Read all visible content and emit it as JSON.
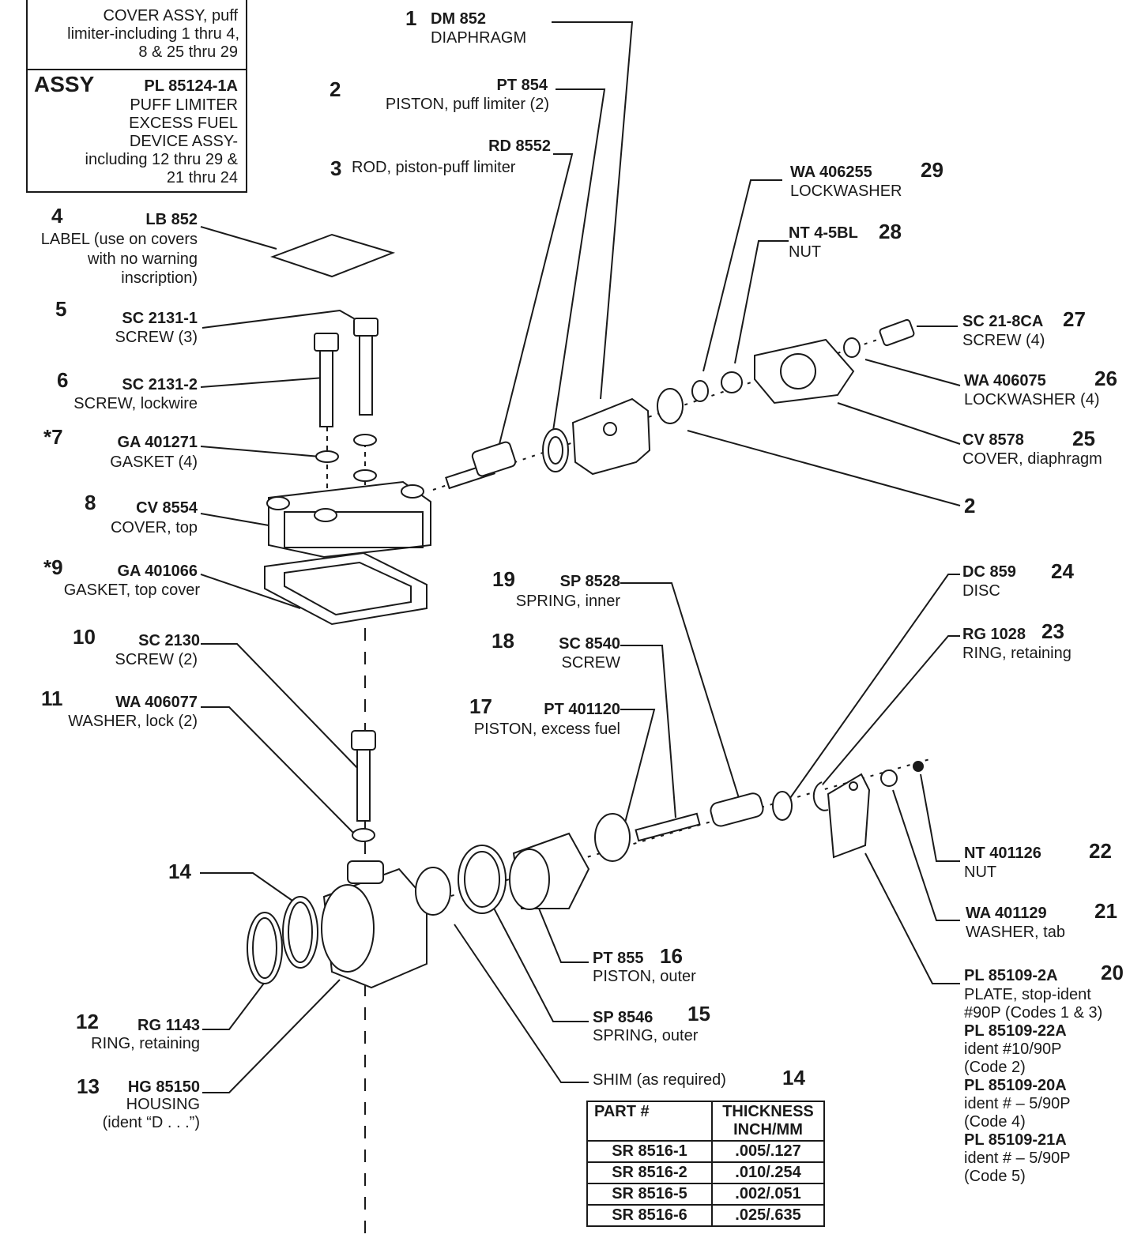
{
  "assy_boxes": [
    {
      "line1": "COVER ASSY, puff",
      "line2": "limiter-including 1 thru 4,",
      "line3": "8 & 25 thru 29"
    },
    {
      "assy": "ASSY",
      "code": "PL 85124-1A",
      "line1": "PUFF LIMITER",
      "line2": "EXCESS FUEL",
      "line3": "DEVICE ASSY-",
      "line4": "including 12 thru 29 &",
      "line5": "21 thru 24"
    }
  ],
  "parts": {
    "p1": {
      "num": "1",
      "code": "DM 852",
      "desc": "DIAPHRAGM"
    },
    "p2": {
      "num": "2",
      "code": "PT 854",
      "desc": "PISTON, puff limiter (2)"
    },
    "p2b": {
      "num": "2"
    },
    "p3": {
      "num": "3",
      "code": "RD 8552",
      "desc": "ROD, piston-puff limiter"
    },
    "p4": {
      "num": "4",
      "code": "LB 852",
      "desc1": "LABEL (use on covers",
      "desc2": "with no warning",
      "desc3": "inscription)"
    },
    "p5": {
      "num": "5",
      "code": "SC 2131-1",
      "desc": "SCREW (3)"
    },
    "p6": {
      "num": "6",
      "code": "SC 2131-2",
      "desc": "SCREW, lockwire"
    },
    "p7": {
      "num": "*7",
      "code": "GA 401271",
      "desc": "GASKET (4)"
    },
    "p8": {
      "num": "8",
      "code": "CV 8554",
      "desc": "COVER, top"
    },
    "p9": {
      "num": "*9",
      "code": "GA 401066",
      "desc": "GASKET, top cover"
    },
    "p10": {
      "num": "10",
      "code": "SC 2130",
      "desc": "SCREW (2)"
    },
    "p11": {
      "num": "11",
      "code": "WA 406077",
      "desc": "WASHER, lock (2)"
    },
    "p12": {
      "num": "12",
      "code": "RG 1143",
      "desc": "RING, retaining"
    },
    "p13": {
      "num": "13",
      "code": "HG 85150",
      "desc1": "HOUSING",
      "desc2": "(ident “D . . .”)"
    },
    "p14": {
      "num": "14"
    },
    "p14b": {
      "num": "14",
      "desc": "SHIM (as required)"
    },
    "p15": {
      "num": "15",
      "code": "SP 8546",
      "desc": "SPRING, outer"
    },
    "p16": {
      "num": "16",
      "code": "PT 855",
      "desc": "PISTON, outer"
    },
    "p17": {
      "num": "17",
      "code": "PT 401120",
      "desc": "PISTON, excess fuel"
    },
    "p18": {
      "num": "18",
      "code": "SC 8540",
      "desc": "SCREW"
    },
    "p19": {
      "num": "19",
      "code": "SP 8528",
      "desc": "SPRING, inner"
    },
    "p20": {
      "num": "20",
      "code": "PL 85109-2A",
      "d1": "PLATE, stop-ident",
      "d2": "#90P (Codes 1 & 3)",
      "c2": "PL 85109-22A",
      "d3": "ident #10/90P",
      "d4": "(Code 2)",
      "c3": "PL 85109-20A",
      "d5": "ident # – 5/90P",
      "d6": "(Code 4)",
      "c4": "PL 85109-21A",
      "d7": "ident # – 5/90P",
      "d8": "(Code 5)"
    },
    "p21": {
      "num": "21",
      "code": "WA 401129",
      "desc": "WASHER, tab"
    },
    "p22": {
      "num": "22",
      "code": "NT 401126",
      "desc": "NUT"
    },
    "p23": {
      "num": "23",
      "code": "RG 1028",
      "desc": "RING, retaining"
    },
    "p24": {
      "num": "24",
      "code": "DC 859",
      "desc": "DISC"
    },
    "p25": {
      "num": "25",
      "code": "CV 8578",
      "desc": "COVER, diaphragm"
    },
    "p26": {
      "num": "26",
      "code": "WA 406075",
      "desc": "LOCKWASHER (4)"
    },
    "p27": {
      "num": "27",
      "code": "SC 21-8CA",
      "desc": "SCREW (4)"
    },
    "p28": {
      "num": "28",
      "code": "NT 4-5BL",
      "desc": "NUT"
    },
    "p29": {
      "num": "29",
      "code": "WA 406255",
      "desc": "LOCKWASHER"
    }
  },
  "shim_table": {
    "headers": [
      "PART #",
      "THICKNESS",
      "INCH/MM"
    ],
    "rows": [
      [
        "SR 8516-1",
        ".005/.127"
      ],
      [
        "SR 8516-2",
        ".010/.254"
      ],
      [
        "SR 8516-5",
        ".002/.051"
      ],
      [
        "SR 8516-6",
        ".025/.635"
      ]
    ]
  }
}
